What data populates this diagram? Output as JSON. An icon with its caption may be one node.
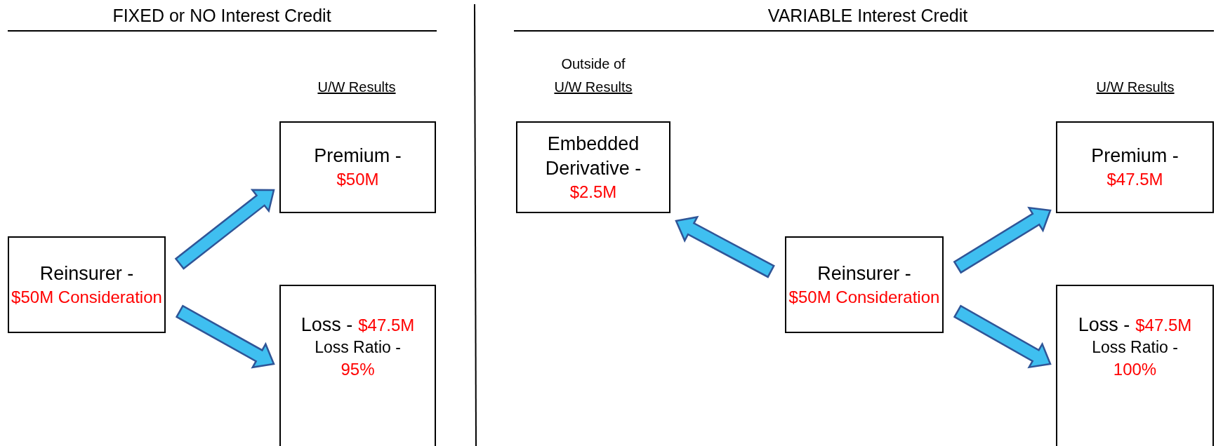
{
  "diagram": {
    "nodes": [
      {
        "text": [
          "Reinsurer -",
          "$50M Consideration"
        ]
      },
      {
        "text": [
          "Premium -",
          "$50M"
        ]
      },
      {
        "text": [
          "Loss -",
          "$47.5M",
          "Loss Ratio -",
          "95%"
        ]
      },
      {
        "text": [
          "Embedded Derivative -",
          "$2.5M"
        ]
      },
      {
        "text": [
          "Reinsurer -",
          "$50M Consideration"
        ]
      },
      {
        "text": [
          "Premium -",
          "$47.5M"
        ]
      },
      {
        "text": [
          "Loss -",
          "$47.5M",
          "Loss Ratio -",
          "100%"
        ]
      }
    ],
    "edges": [
      {
        "from": 0,
        "to": 1,
        "arrow": "to"
      },
      {
        "from": 0,
        "to": 2,
        "arrow": "to"
      },
      {
        "from": 4,
        "to": 3,
        "arrow": "to"
      },
      {
        "from": 4,
        "to": 5,
        "arrow": "to"
      },
      {
        "from": 4,
        "to": 6,
        "arrow": "to"
      }
    ],
    "labels": [
      "FIXED or NO Interest Credit",
      "VARIABLE Interest Credit",
      "Outside of",
      "U/W Results",
      "U/W Results",
      "U/W Results"
    ]
  }
}
